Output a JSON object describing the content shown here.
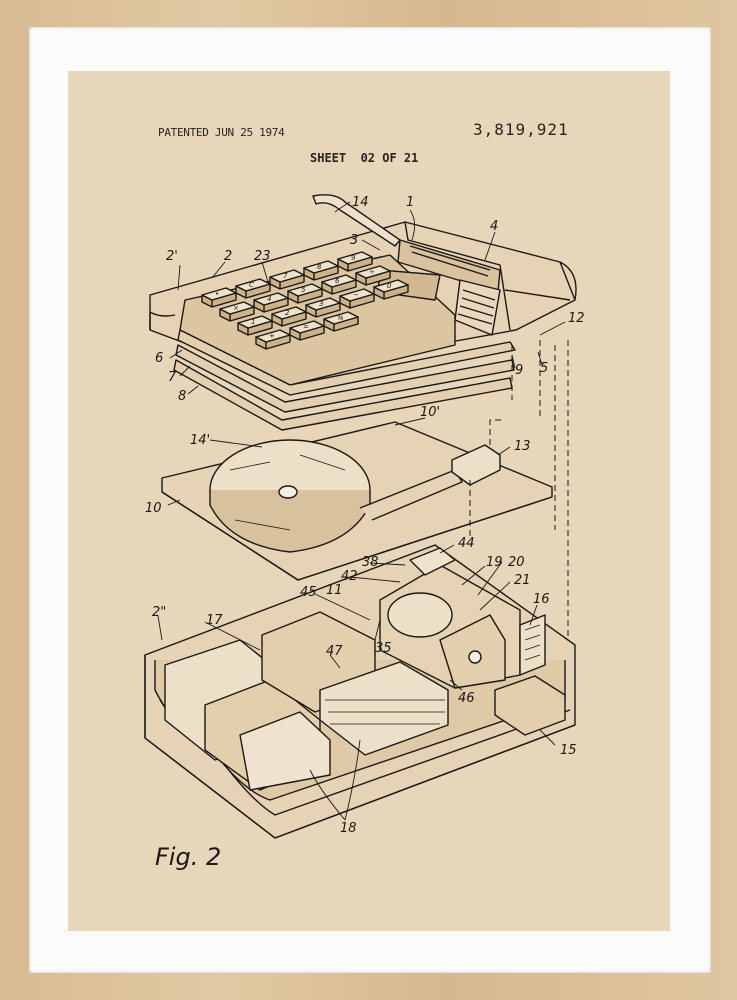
{
  "header": {
    "patented": "PATENTED JUN 25 1974",
    "patent_number": "3,819,921",
    "sheet": "SHEET  02 OF 21"
  },
  "figure_label": "Fig. 2",
  "callouts": {
    "n14": "14",
    "n1": "1",
    "n3": "3",
    "n4": "4",
    "n2p": "2'",
    "n2": "2",
    "n23": "23",
    "n12": "12",
    "n6": "6",
    "n7": "7",
    "n8": "8",
    "n9": "9",
    "n5": "5",
    "n10p": "10'",
    "n14p": "14'",
    "n13": "13",
    "n10": "10",
    "n44": "44",
    "n38": "38",
    "n42": "42",
    "n19": "19",
    "n20": "20",
    "n11": "11",
    "n21": "21",
    "n2pp": "2\"",
    "n16": "16",
    "n45": "45",
    "n17": "17",
    "n35": "35",
    "n47": "47",
    "n46": "46",
    "n15": "15",
    "n18": "18"
  },
  "keypad_keys": [
    "•",
    "C",
    "7",
    "8",
    "9",
    "×",
    "4",
    "5",
    "6",
    "÷",
    "1",
    "2",
    "3",
    "−",
    "0",
    "+",
    "=",
    "%"
  ]
}
